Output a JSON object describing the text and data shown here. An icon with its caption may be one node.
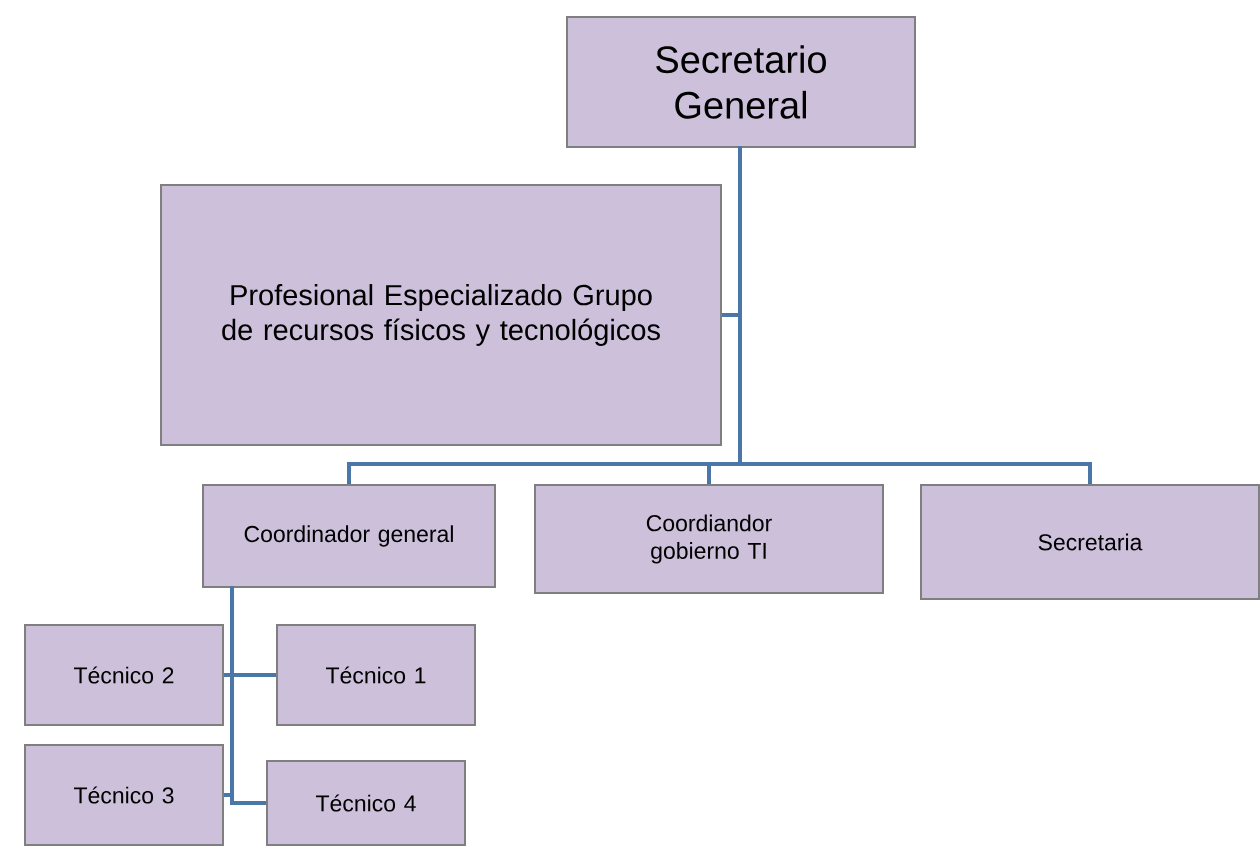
{
  "diagram": {
    "nodes": [
      {
        "text": [
          "Secretario General"
        ]
      },
      {
        "text": [
          "Profesional Especializado Grupo de recursos físicos y tecnológicos"
        ]
      },
      {
        "text": [
          "Coordinador general"
        ]
      },
      {
        "text": [
          "Coordiandor gobierno TI"
        ]
      },
      {
        "text": [
          "Secretaria"
        ]
      },
      {
        "text": [
          "Técnico 2"
        ]
      },
      {
        "text": [
          "Técnico 1"
        ]
      },
      {
        "text": [
          "Técnico 3"
        ]
      },
      {
        "text": [
          "Técnico 4"
        ]
      }
    ],
    "edges": [
      {
        "from": 0,
        "to": 1,
        "arrow": "none"
      },
      {
        "from": 0,
        "to": 2,
        "arrow": "none"
      },
      {
        "from": 0,
        "to": 3,
        "arrow": "none"
      },
      {
        "from": 0,
        "to": 4,
        "arrow": "none"
      },
      {
        "from": 2,
        "to": 5,
        "arrow": "none"
      },
      {
        "from": 2,
        "to": 6,
        "arrow": "none"
      },
      {
        "from": 2,
        "to": 7,
        "arrow": "none"
      },
      {
        "from": 2,
        "to": 8,
        "arrow": "none"
      }
    ]
  }
}
